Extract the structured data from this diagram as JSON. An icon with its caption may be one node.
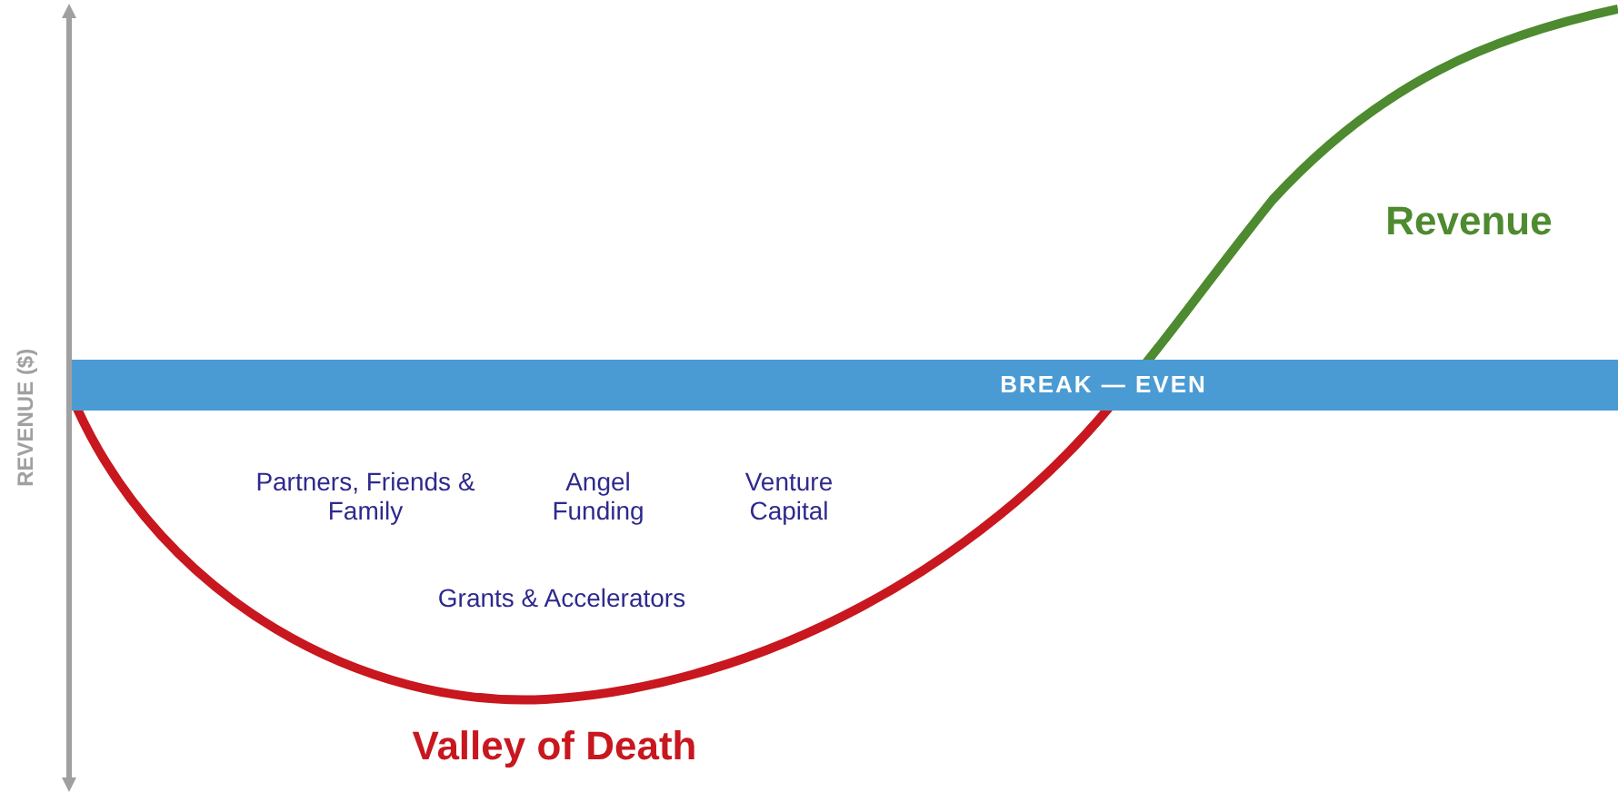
{
  "diagram": {
    "labels": [
      "REVENUE ($)",
      "Revenue",
      "BREAK — EVEN",
      "Partners, Friends & Family",
      "Angel Funding",
      "Venture Capital",
      "Grants & Accelerators",
      "Valley of Death"
    ]
  }
}
